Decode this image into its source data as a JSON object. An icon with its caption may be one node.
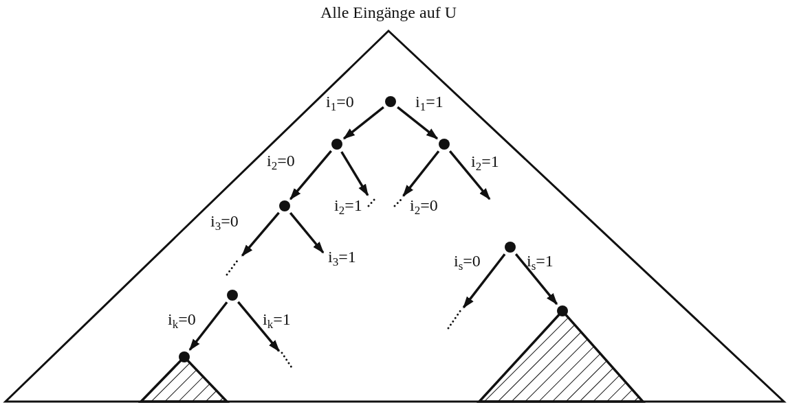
{
  "diagram": {
    "nodes": [
      {
        "text": [
          "Alle Eingänge auf U"
        ]
      },
      {
        "text": [],
        "shape": "circle",
        "in": 0
      },
      {
        "text": [],
        "shape": "circle",
        "in": 0
      },
      {
        "text": [],
        "shape": "circle",
        "in": 0
      },
      {
        "text": [],
        "shape": "circle",
        "in": 0
      },
      {
        "text": [],
        "shape": "circle",
        "in": 0
      },
      {
        "text": [],
        "shape": "circle",
        "in": 0
      },
      {
        "text": [],
        "shape": "circle",
        "in": 0
      },
      {
        "text": [],
        "shape": "circle",
        "in": 0
      },
      {
        "text": [],
        "shape": "triangle",
        "in": 0
      },
      {
        "text": [],
        "shape": "triangle",
        "in": 0
      },
      {
        "text": [],
        "shape": "dots",
        "in": 0
      },
      {
        "text": [],
        "shape": "dots",
        "in": 0
      },
      {
        "text": [],
        "shape": "dots",
        "in": 0
      },
      {
        "text": [],
        "shape": "dots",
        "in": 0
      },
      {
        "text": [],
        "shape": "dots",
        "in": 0
      }
    ],
    "edges": [
      {
        "from": 1,
        "to": 2,
        "arrow": "to",
        "label": "i$_{1}$=0"
      },
      {
        "from": 1,
        "to": 3,
        "arrow": "to",
        "label": "i$_{1}$=1"
      },
      {
        "from": 2,
        "to": 4,
        "arrow": "to",
        "label": "i$_{2}$=0"
      },
      {
        "from": 2,
        "to": 11,
        "arrow": "to",
        "label": "i$_{2}$=1"
      },
      {
        "from": 3,
        "to": 12,
        "arrow": "to",
        "label": "i$_{2}$=0"
      },
      {
        "from": 3,
        "to": null,
        "arrow": "to",
        "label": "i$_{2}$=1"
      },
      {
        "from": 4,
        "to": 13,
        "arrow": "to",
        "label": "i$_{3}$=0"
      },
      {
        "from": 4,
        "to": null,
        "arrow": "to",
        "label": "i$_{3}$=1"
      },
      {
        "from": 5,
        "to": 7,
        "arrow": "to",
        "label": "i$_{k}$=0"
      },
      {
        "from": 5,
        "to": 14,
        "arrow": "to",
        "label": "i$_{k}$=1"
      },
      {
        "from": 6,
        "to": 15,
        "arrow": "to",
        "label": "i$_{s}$=0"
      },
      {
        "from": 6,
        "to": 8,
        "arrow": "to",
        "label": "i$_{s}$=1"
      }
    ]
  }
}
